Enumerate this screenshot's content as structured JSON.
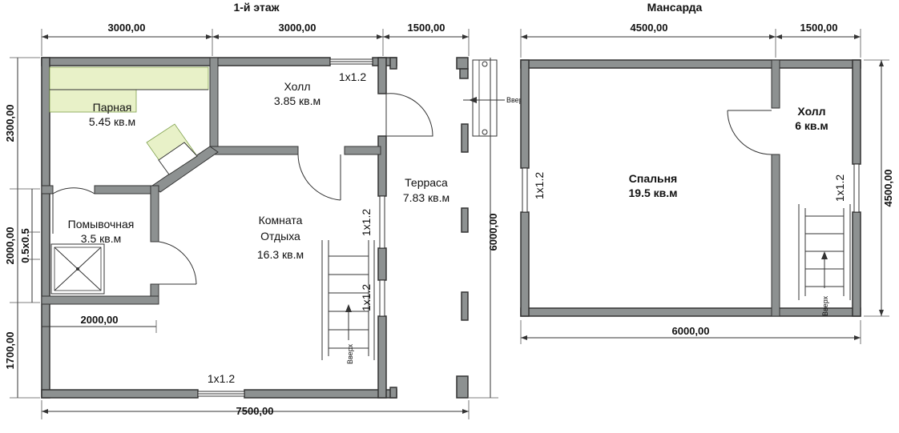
{
  "titles": {
    "floor1": "1-й этаж",
    "attic": "Мансарда"
  },
  "dimensions": {
    "top_3000_a": "3000,00",
    "top_3000_b": "3000,00",
    "top_1500_floor": "1500,00",
    "top_4500_attic": "4500,00",
    "top_1500_attic": "1500,00",
    "left_2300": "2300,00",
    "left_2000": "2000,00",
    "left_1700": "1700,00",
    "left_05": "0.5x0.5",
    "inner_2000": "2000,00",
    "bottom_7500": "7500,00",
    "right_6000_floor": "6000,00",
    "attic_bottom_6000": "6000,00",
    "attic_right_4500": "4500,00"
  },
  "rooms": {
    "parnaya_name": "Парная",
    "parnaya_area": "5.45 кв.м",
    "holl1_name": "Холл",
    "holl1_area": "3.85 кв.м",
    "pomyv_name": "Помывочная",
    "pomyv_area": "3.5 кв.м",
    "komnata_line1": "Комната",
    "komnata_line2": "Отдыха",
    "komnata_area": "16.3 кв.м",
    "terrasa_name": "Терраса",
    "terrasa_area": "7.83 кв.м",
    "spalnya_name": "Спальня",
    "spalnya_area": "19.5 кв.м",
    "holl2_name": "Холл",
    "holl2_area": "6 кв.м"
  },
  "windows": {
    "w_holl": "1x1.2",
    "w_komnata_bottom": "1x1.2",
    "w_komnata_side_a": "1x1.2",
    "w_komnata_side_b": "1x1.2",
    "w_spalnya": "1x1.2",
    "w_holl2": "1x1.2"
  },
  "stairs": {
    "up_label_1": "Вверх",
    "up_label_2": "Вверх",
    "up_label_3": "Вверх"
  },
  "colors": {
    "wall": "#8d9191",
    "hatch": "#e8f1c8"
  }
}
